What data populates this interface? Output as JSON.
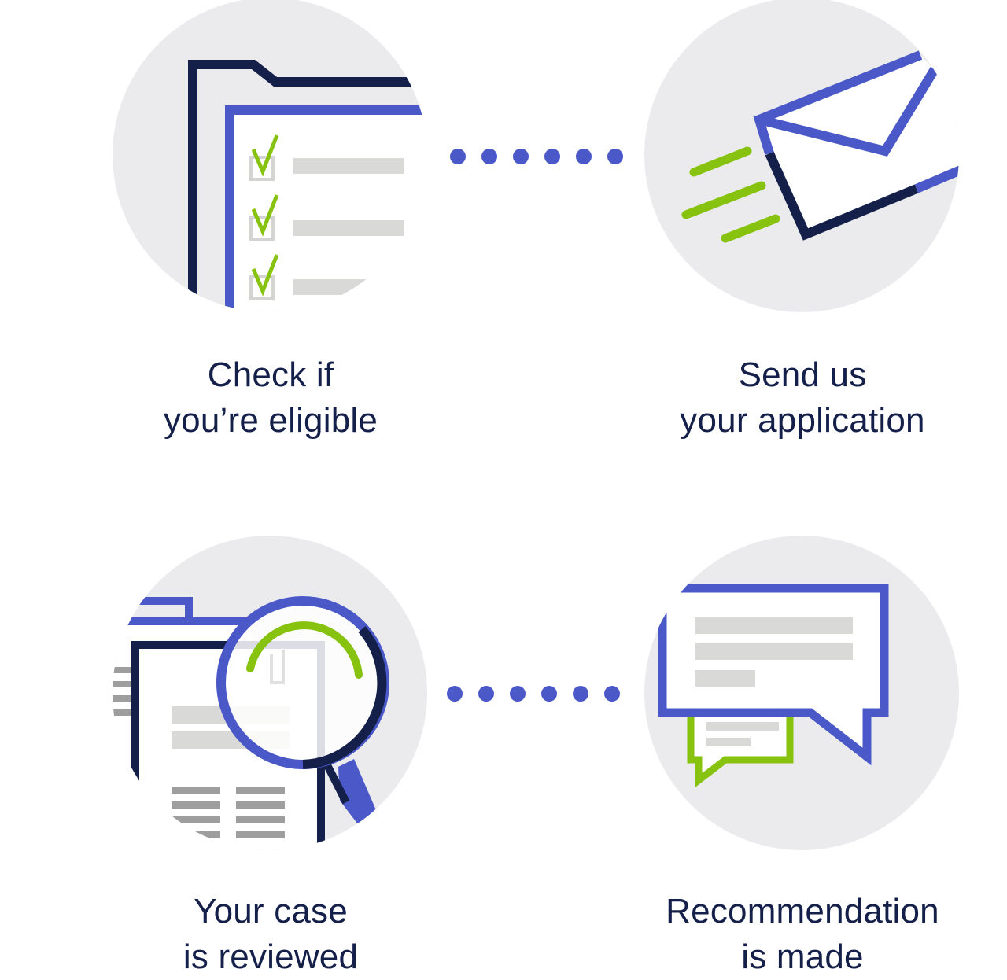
{
  "colors": {
    "navy": "#14204a",
    "blue": "#4a58c8",
    "green": "#86c20e",
    "circle_bg": "#ebebed",
    "bar_gray": "#d9d9d7",
    "dot": "#4a58c8"
  },
  "steps": [
    {
      "icon": "checklist-folder-icon",
      "line1": "Check if",
      "line2": "you’re eligible"
    },
    {
      "icon": "send-envelope-icon",
      "line1": "Send us",
      "line2": "your application"
    },
    {
      "icon": "magnifier-documents-icon",
      "line1": "Your case",
      "line2": "is reviewed"
    },
    {
      "icon": "speech-bubbles-icon",
      "line1": "Recommendation",
      "line2": "is made"
    }
  ]
}
